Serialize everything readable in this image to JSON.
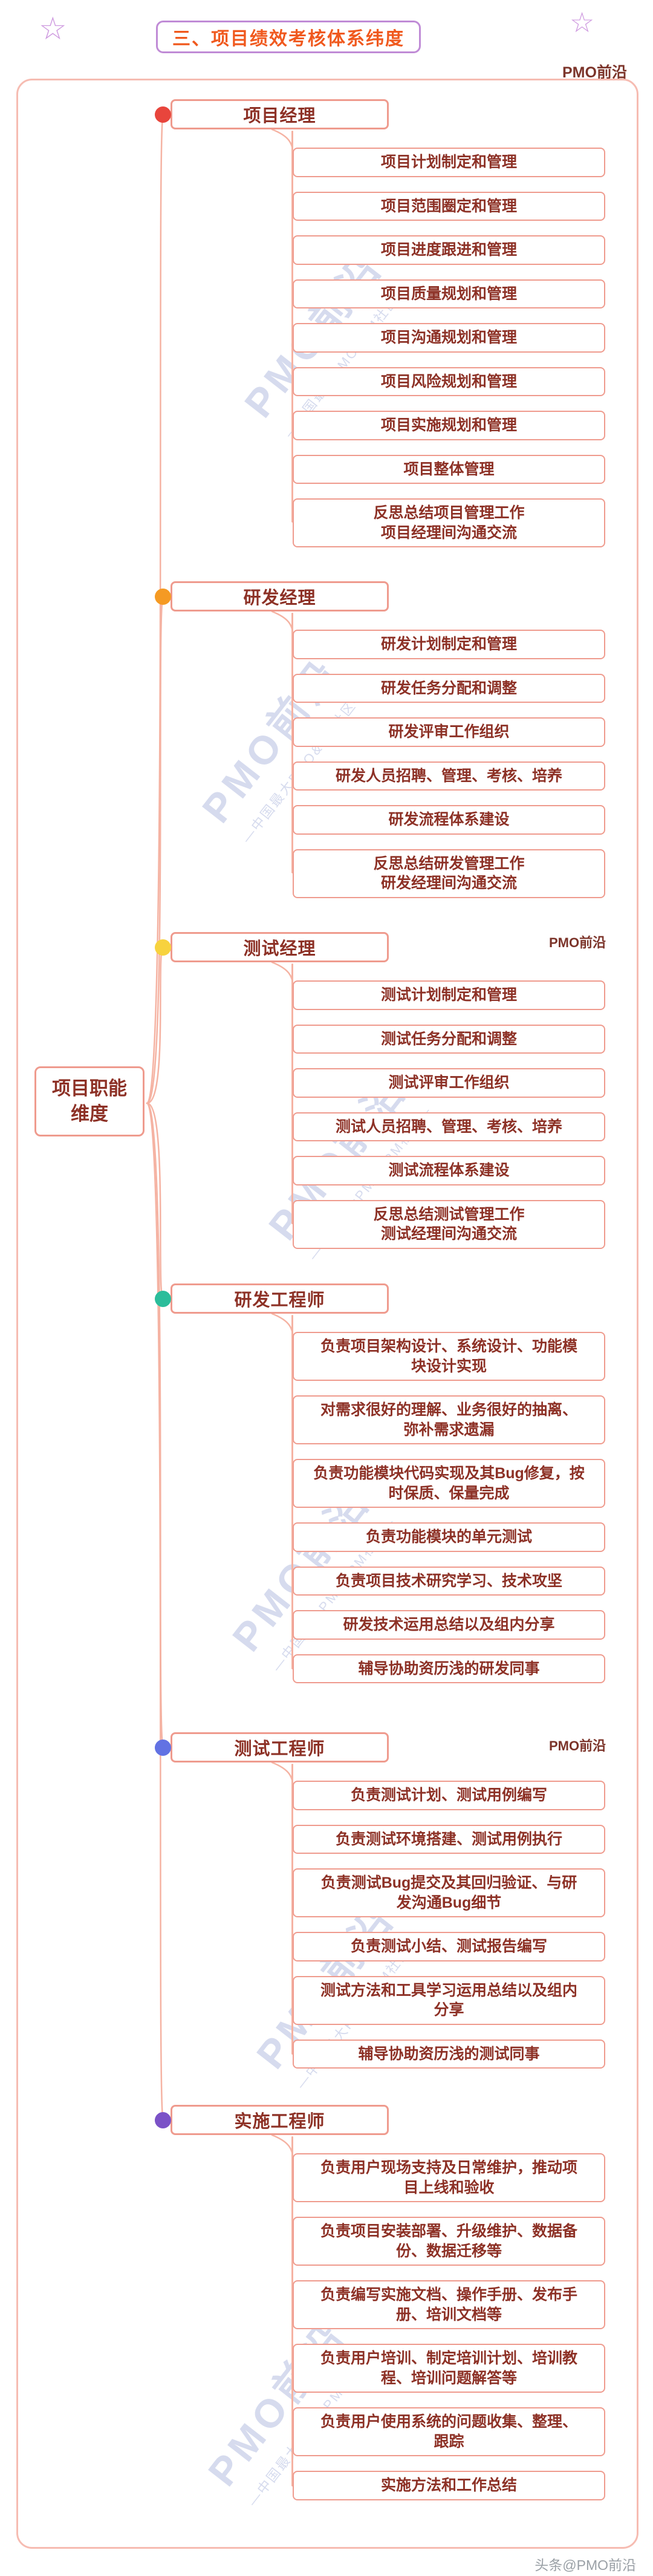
{
  "page": {
    "title": "三、项目绩效考核体系纬度",
    "brand": "PMO前沿",
    "footer_credit": "头条@PMO前沿",
    "star": "☆"
  },
  "watermark": {
    "brand": "PMO前沿",
    "subtitle": "—中国最大PMO&PM社区—"
  },
  "colors": {
    "title-text": "#f0591e",
    "title-border": "#c08bd6",
    "node-border": "#ef9b8e",
    "node-text": "#8d3126",
    "connector": "#f5b3a3",
    "frame-border": "#f6bcb2",
    "star": "#cf9be0",
    "brand-text": "#7c342a",
    "footer-text": "#9aa0a6",
    "watermark-text": "rgba(173,184,222,0.5)"
  },
  "root": {
    "label": "项目职能\n维度"
  },
  "branches": [
    {
      "name": "项目经理",
      "color": "#e8453c",
      "children": [
        "项目计划制定和管理",
        "项目范围圈定和管理",
        "项目进度跟进和管理",
        "项目质量规划和管理",
        "项目沟通规划和管理",
        "项目风险规划和管理",
        "项目实施规划和管理",
        "项目整体管理",
        "反思总结项目管理工作\n项目经理间沟通交流"
      ]
    },
    {
      "name": "研发经理",
      "color": "#f59a23",
      "children": [
        "研发计划制定和管理",
        "研发任务分配和调整",
        "研发评审工作组织",
        "研发人员招聘、管理、考核、培养",
        "研发流程体系建设",
        "反思总结研发管理工作\n研发经理间沟通交流"
      ]
    },
    {
      "name": "测试经理",
      "color": "#f7d23e",
      "children": [
        "测试计划制定和管理",
        "测试任务分配和调整",
        "测试评审工作组织",
        "测试人员招聘、管理、考核、培养",
        "测试流程体系建设",
        "反思总结测试管理工作\n测试经理间沟通交流"
      ]
    },
    {
      "name": "研发工程师",
      "color": "#2bbd9b",
      "children": [
        "负责项目架构设计、系统设计、功能模\n块设计实现",
        "对需求很好的理解、业务很好的抽离、\n弥补需求遗漏",
        "负责功能模块代码实现及其Bug修复，按\n时保质、保量完成",
        "负责功能模块的单元测试",
        "负责项目技术研究学习、技术攻坚",
        "研发技术运用总结以及组内分享",
        "辅导协助资历浅的研发同事"
      ]
    },
    {
      "name": "测试工程师",
      "color": "#6272e3",
      "children": [
        "负责测试计划、测试用例编写",
        "负责测试环境搭建、测试用例执行",
        "负责测试Bug提交及其回归验证、与研\n发沟通Bug细节",
        "负责测试小结、测试报告编写",
        "测试方法和工具学习运用总结以及组内\n分享",
        "辅导协助资历浅的测试同事"
      ]
    },
    {
      "name": "实施工程师",
      "color": "#7b52c7",
      "children": [
        "负责用户现场支持及日常维护，推动项\n目上线和验收",
        "负责项目安装部署、升级维护、数据备\n份、数据迁移等",
        "负责编写实施文档、操作手册、发布手\n册、培训文档等",
        "负责用户培训、制定培训计划、培训教\n程、培训问题解答等",
        "负责用户使用系统的问题收集、整理、\n跟踪",
        "实施方法和工作总结"
      ]
    }
  ]
}
